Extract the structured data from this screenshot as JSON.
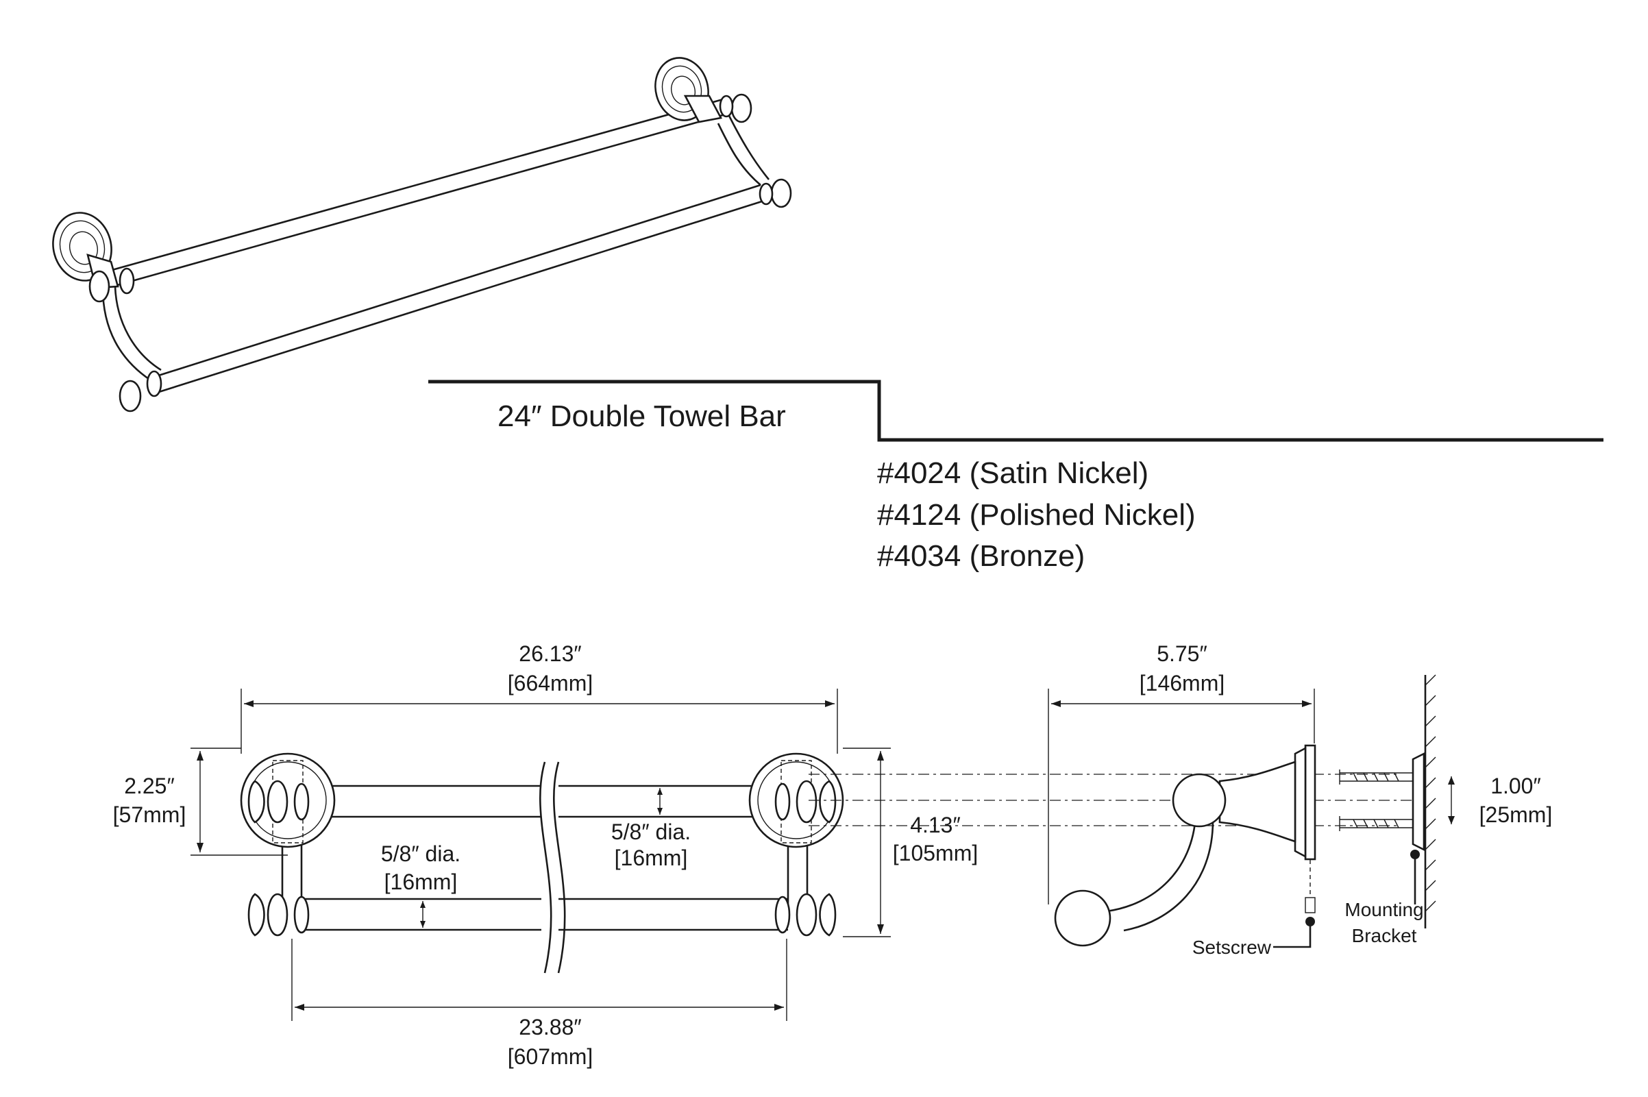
{
  "product": {
    "title": "24″ Double Towel Bar",
    "models": [
      "#4024 (Satin Nickel)",
      "#4124 (Polished Nickel)",
      "#4034 (Bronze)"
    ]
  },
  "front_view": {
    "overall_width": {
      "in": "26.13″",
      "mm": "[664mm]"
    },
    "bar_spacing": {
      "in": "2.25″",
      "mm": "[57mm]"
    },
    "upper_bar_dia": {
      "in": "5/8″ dia.",
      "mm": "[16mm]"
    },
    "lower_bar_dia": {
      "in": "5/8″ dia.",
      "mm": "[16mm]"
    },
    "overall_height": {
      "in": "4.13″",
      "mm": "[105mm]"
    },
    "bar_length": {
      "in": "23.88″",
      "mm": "[607mm]"
    }
  },
  "side_view": {
    "projection": {
      "in": "5.75″",
      "mm": "[146mm]"
    },
    "screw_spacing": {
      "in": "1.00″",
      "mm": "[25mm]"
    },
    "setscrew_label": "Setscrew",
    "bracket_label_line1": "Mounting",
    "bracket_label_line2": "Bracket"
  },
  "colors": {
    "ink": "#1a1a1a",
    "paper": "#ffffff"
  }
}
